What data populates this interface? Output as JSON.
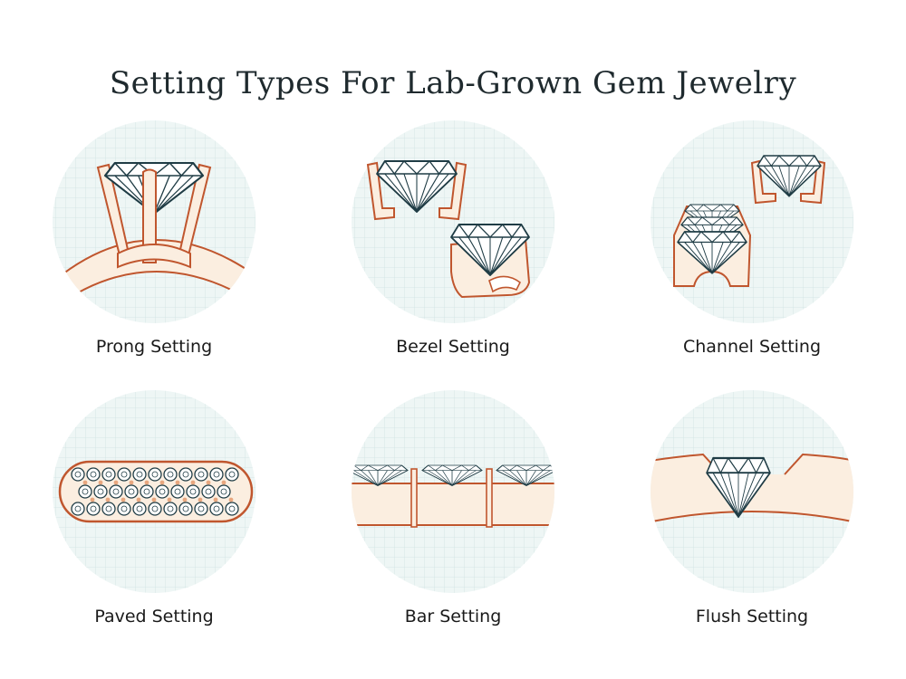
{
  "page": {
    "title": "Setting Types For Lab-Grown Gem Jewelry"
  },
  "settings": [
    {
      "label": "Prong Setting"
    },
    {
      "label": "Bezel Setting"
    },
    {
      "label": "Channel Setting"
    },
    {
      "label": "Paved Setting"
    },
    {
      "label": "Bar Setting"
    },
    {
      "label": "Flush Setting"
    }
  ],
  "colors": {
    "metal_stroke": "#c0562e",
    "metal_fill": "#fbeee0",
    "gem_stroke": "#1f3c45",
    "gem_fill": "#ffffff",
    "circle_bg": "#eef6f5",
    "grid_line": "#cfe3e2"
  }
}
